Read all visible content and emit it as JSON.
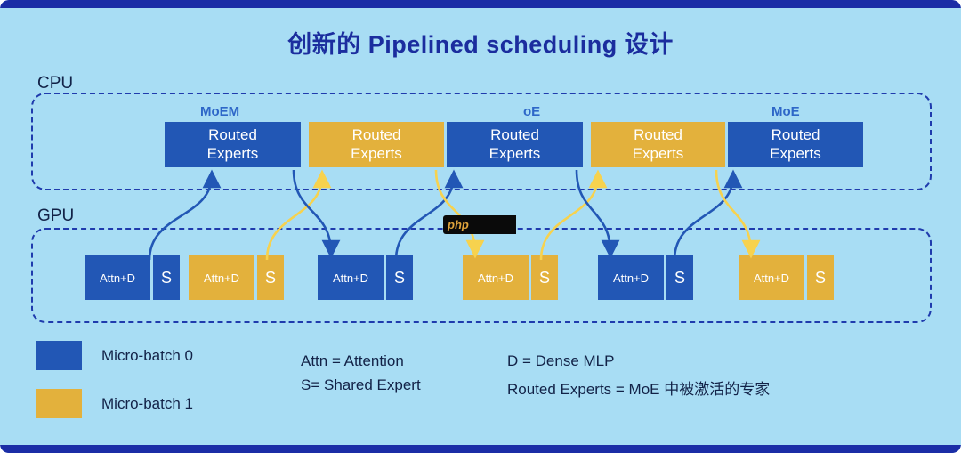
{
  "title": "创新的 Pipelined scheduling 设计",
  "watermark": "php",
  "cpu": {
    "label": "CPU",
    "sublabels": [
      "MoEM",
      "oE",
      "MoE"
    ],
    "boxes": [
      {
        "label": "Routed Experts",
        "batch": 0
      },
      {
        "label": "Routed Experts",
        "batch": 1
      },
      {
        "label": "Routed Experts",
        "batch": 0
      },
      {
        "label": "Routed Experts",
        "batch": 1
      },
      {
        "label": "Routed Experts",
        "batch": 0
      }
    ]
  },
  "gpu": {
    "label": "GPU",
    "groups": [
      {
        "attn": "Attn+D",
        "s": "S",
        "batch": 0
      },
      {
        "attn": "Attn+D",
        "s": "S",
        "batch": 1
      },
      {
        "attn": "Attn+D",
        "s": "S",
        "batch": 0
      },
      {
        "attn": "Attn+D",
        "s": "S",
        "batch": 1
      },
      {
        "attn": "Attn+D",
        "s": "S",
        "batch": 0
      },
      {
        "attn": "Attn+D",
        "s": "S",
        "batch": 1
      }
    ]
  },
  "legend": {
    "items": [
      {
        "label": "Micro-batch 0",
        "color": "#2257b5"
      },
      {
        "label": "Micro-batch 1",
        "color": "#e3b13c"
      }
    ]
  },
  "definitions": {
    "attn": "Attn = Attention",
    "s": "S= Shared Expert",
    "d": "D = Dense MLP",
    "routed": "Routed Experts = MoE 中被激活的专家"
  },
  "colors": {
    "background": "#a8ddf4",
    "frame_bar": "#1b2da6",
    "title_text": "#1b2d9e",
    "batch0_blue": "#2257b5",
    "batch1_gold": "#e3b13c",
    "dashed_border": "#1f3bad",
    "arrow_blue": "#2257b5",
    "arrow_yellow": "#f7d24e"
  }
}
